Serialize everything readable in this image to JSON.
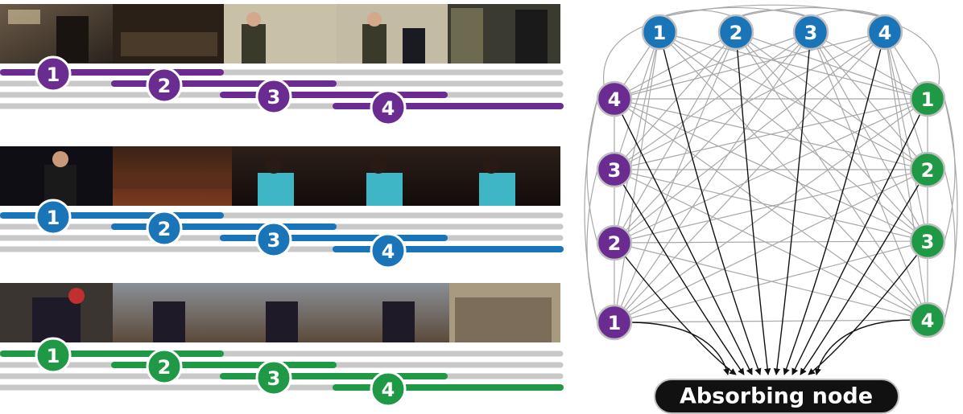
{
  "colors": {
    "purple": "#6a2c91",
    "blue": "#1a74b8",
    "green": "#1f9945",
    "track": "#c8c8c8",
    "edge_gray": "#a8a8a8",
    "edge_dark": "#111111",
    "node_border": "#bfbfbf",
    "absorbing_fill": "#111111"
  },
  "videos": [
    {
      "color": "purple",
      "segments": [
        "1",
        "2",
        "3",
        "4"
      ]
    },
    {
      "color": "blue",
      "segments": [
        "1",
        "2",
        "3",
        "4"
      ]
    },
    {
      "color": "green",
      "segments": [
        "1",
        "2",
        "3",
        "4"
      ]
    }
  ],
  "graph": {
    "top_nodes": [
      "1",
      "2",
      "3",
      "4"
    ],
    "left_nodes": [
      "4",
      "3",
      "2",
      "1"
    ],
    "right_nodes": [
      "1",
      "2",
      "3",
      "4"
    ],
    "absorbing_label": "Absorbing node"
  }
}
